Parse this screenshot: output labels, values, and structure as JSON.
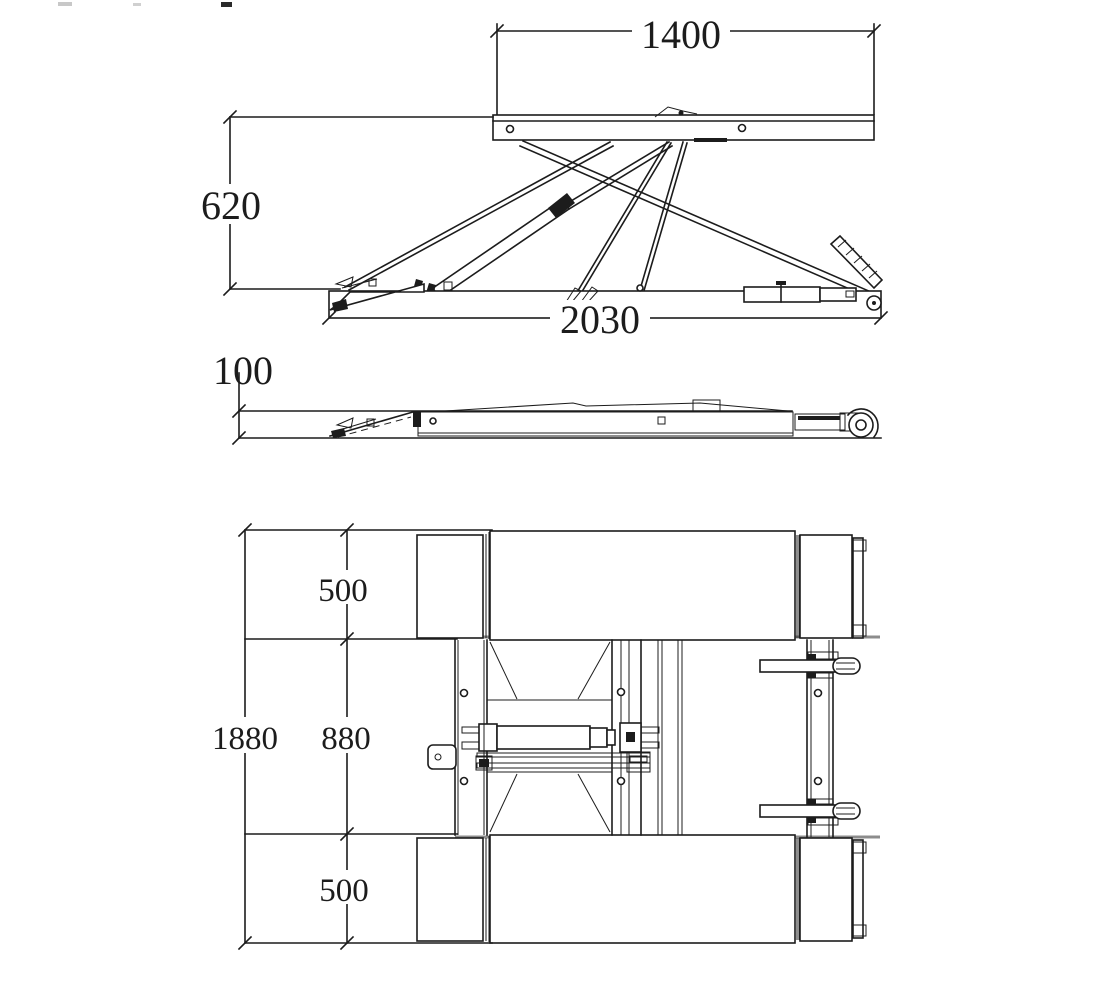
{
  "colors": {
    "line": "#1c1c1c",
    "background": "#ffffff",
    "thick_edge_shade": "#8c8c8c"
  },
  "views": {
    "side_raised": {
      "dimensions": {
        "platform_length": "1400",
        "raised_height": "620",
        "base_length": "2030"
      }
    },
    "side_lowered": {
      "dimensions": {
        "lowered_height": "100"
      }
    },
    "plan": {
      "dimensions": {
        "overall_width": "1880",
        "front_platform_width": "500",
        "center_span": "880",
        "rear_platform_width": "500"
      }
    }
  }
}
